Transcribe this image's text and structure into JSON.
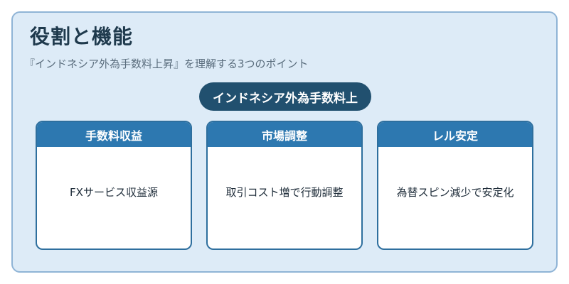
{
  "title": "役割と機能",
  "subtitle": "『インドネシア外為手数料上昇』を理解する3つのポイント",
  "center_label": "インドネシア外為手数料上",
  "cards": [
    {
      "heading": "手数料収益",
      "body": "FXサービス収益源"
    },
    {
      "heading": "市場調整",
      "body": "取引コスト増で行動調整"
    },
    {
      "heading": "レル安定",
      "body": "為替スピン減少で安定化"
    }
  ],
  "colors": {
    "background": "#ddebf7",
    "frame_border": "#8fb4d6",
    "pill": "#21506f",
    "card_header": "#2d78b0",
    "card_border": "#2e6f9e"
  }
}
